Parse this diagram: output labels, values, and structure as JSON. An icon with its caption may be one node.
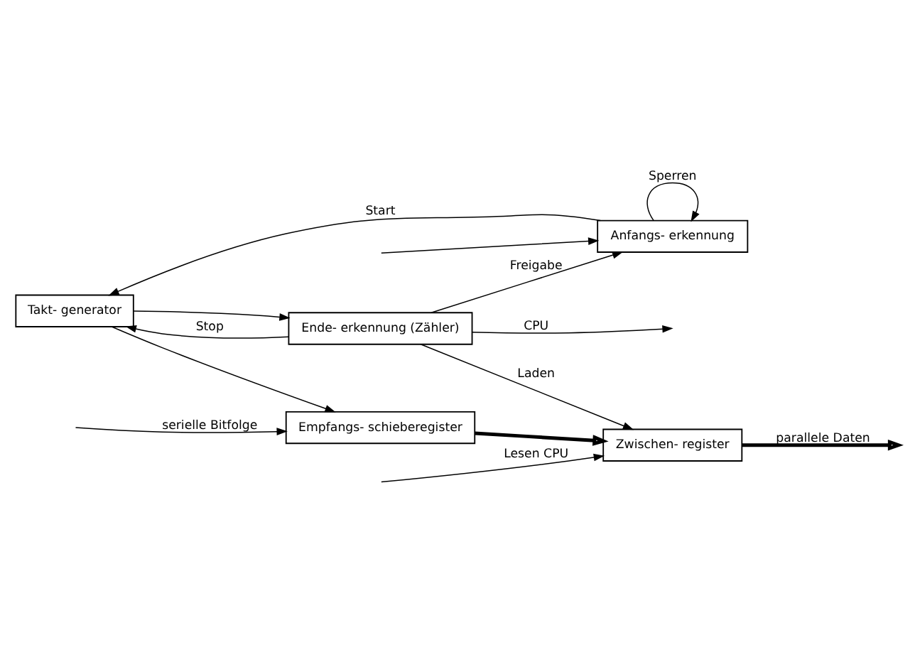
{
  "diagram": {
    "nodes": [
      {
        "text": [
          "Zwischen- register"
        ]
      },
      {
        "text": [
          "Empfangs- schieberegister"
        ]
      },
      {
        "text": [
          "Anfangs- erkennung"
        ]
      },
      {
        "text": [
          "Takt- generator"
        ]
      },
      {
        "text": [
          "Ende- erkennung (Zähler)"
        ]
      }
    ],
    "edges": [
      {
        "from": null,
        "to": 1,
        "arrow": "to",
        "label": "serielle Bitfolge"
      },
      {
        "from": null,
        "to": 2,
        "arrow": "to"
      },
      {
        "from": 2,
        "to": 3,
        "arrow": "to",
        "label": "Start"
      },
      {
        "from": 2,
        "to": 2,
        "arrow": "to",
        "label": "Sperren"
      },
      {
        "from": 4,
        "to": 2,
        "arrow": "to",
        "label": "Freigabe"
      },
      {
        "from": 4,
        "to": 3,
        "arrow": "to",
        "label": "Stop"
      },
      {
        "from": 3,
        "to": 1,
        "arrow": "to"
      },
      {
        "from": 3,
        "to": 4,
        "arrow": "to"
      },
      {
        "from": 1,
        "to": 0,
        "arrow": "to",
        "style": "thick"
      },
      {
        "from": null,
        "to": 0,
        "arrow": "to",
        "label": "Lesen CPU"
      },
      {
        "from": 0,
        "to": null,
        "arrow": "to",
        "label": "parallele Daten",
        "style": "thick"
      },
      {
        "from": 4,
        "to": 0,
        "arrow": "to",
        "label": "Laden"
      },
      {
        "from": 4,
        "to": null,
        "arrow": "to",
        "label": "CPU"
      }
    ]
  }
}
